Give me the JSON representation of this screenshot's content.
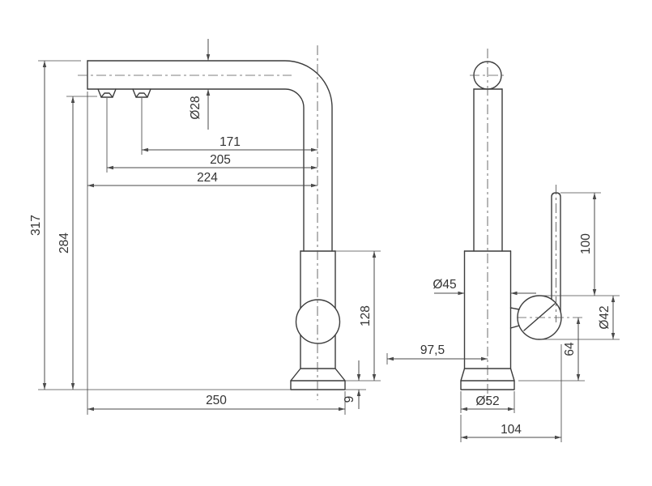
{
  "drawing": {
    "front_view": {
      "total_height": "317",
      "spout_outlet_height": "284",
      "spout_tube_diameter": "Ø28",
      "reach_inner_outlet": "171",
      "reach_outer_outlet": "205",
      "reach_spout_tip": "224",
      "body_height": "128",
      "overall_projection": "250",
      "base_plate_thickness": "9"
    },
    "side_view": {
      "body_diameter": "Ø45",
      "lever_length": "100",
      "handle_body_diameter": "Ø42",
      "spout_offset": "97,5",
      "handle_axis_to_base": "64",
      "base_diameter": "Ø52",
      "overall_depth": "104"
    },
    "colors": {
      "outline": "#3c3c3c",
      "dimension": "#4a4a4a",
      "background": "#ffffff"
    }
  }
}
